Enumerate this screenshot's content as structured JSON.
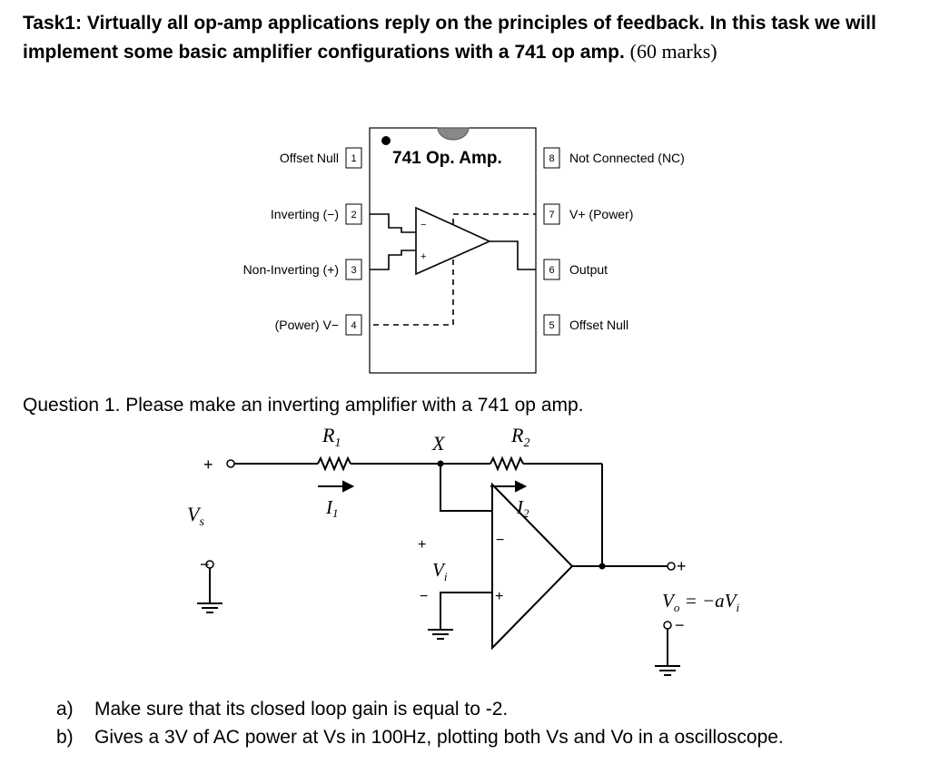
{
  "task": {
    "text": "Task1: Virtually all op-amp applications reply on the principles of feedback. In this task we will implement some basic amplifier configurations with a 741 op amp.",
    "marks": "(60 marks)"
  },
  "pinout": {
    "chip_title": "741 Op. Amp.",
    "pins": [
      {
        "num": "1",
        "label": "Offset Null"
      },
      {
        "num": "2",
        "label": "Inverting (−)"
      },
      {
        "num": "3",
        "label": "Non-Inverting (+)"
      },
      {
        "num": "4",
        "label": "(Power) V−"
      },
      {
        "num": "8",
        "label": "Not Connected (NC)"
      },
      {
        "num": "7",
        "label": "V+ (Power)"
      },
      {
        "num": "6",
        "label": "Output"
      },
      {
        "num": "5",
        "label": "Offset Null"
      }
    ],
    "minus_sign": "−",
    "plus_sign": "+"
  },
  "question": {
    "text": "Question 1. Please make an inverting amplifier with a 741 op amp."
  },
  "circuit": {
    "r1": "R",
    "r1_sub": "1",
    "r2": "R",
    "r2_sub": "2",
    "node": "X",
    "i1": "I",
    "i1_sub": "1",
    "i2": "I",
    "i2_sub": "2",
    "vs": "V",
    "vs_sub": "s",
    "vi": "V",
    "vi_sub": "i",
    "vo_expr_v": "V",
    "vo_expr_sub": "o",
    "vo_expr_eq": " = −a",
    "vo_expr_v2": "V",
    "vo_expr_sub2": "i",
    "plus": "+",
    "minus": "−"
  },
  "parts": [
    {
      "letter": "a)",
      "text": "Make sure that its closed loop gain is equal to -2."
    },
    {
      "letter": "b)",
      "text": "Gives a 3V of AC power at Vs in 100Hz, plotting both Vs and Vo in a oscilloscope."
    }
  ]
}
